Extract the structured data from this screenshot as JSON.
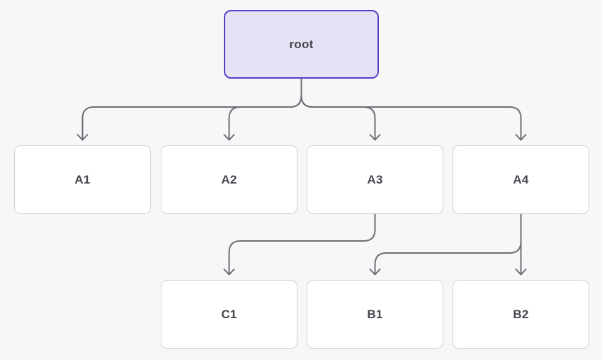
{
  "diagram": {
    "type": "flowchart",
    "orientation": "top-down",
    "nodes": [
      {
        "id": "root",
        "label": "root",
        "kind": "root"
      },
      {
        "id": "A1",
        "label": "A1",
        "kind": "child"
      },
      {
        "id": "A2",
        "label": "A2",
        "kind": "child"
      },
      {
        "id": "A3",
        "label": "A3",
        "kind": "child"
      },
      {
        "id": "A4",
        "label": "A4",
        "kind": "child"
      },
      {
        "id": "C1",
        "label": "C1",
        "kind": "child"
      },
      {
        "id": "B1",
        "label": "B1",
        "kind": "child"
      },
      {
        "id": "B2",
        "label": "B2",
        "kind": "child"
      }
    ],
    "edges": [
      {
        "from": "root",
        "to": "A1",
        "arrow": "down"
      },
      {
        "from": "root",
        "to": "A2",
        "arrow": "down"
      },
      {
        "from": "root",
        "to": "A3",
        "arrow": "down"
      },
      {
        "from": "root",
        "to": "A4",
        "arrow": "down"
      },
      {
        "from": "A3",
        "to": "C1",
        "arrow": "down"
      },
      {
        "from": "A4",
        "to": "B1",
        "arrow": "down"
      },
      {
        "from": "A4",
        "to": "B2",
        "arrow": "down"
      }
    ],
    "colors": {
      "background": "#F7F7F8",
      "edge": "#6E6E78",
      "node_fill": "#FFFFFF",
      "node_border": "#D2D2D9",
      "root_fill": "#E6E2F5",
      "root_border": "#5340C9",
      "label_text": "#45454E"
    }
  }
}
